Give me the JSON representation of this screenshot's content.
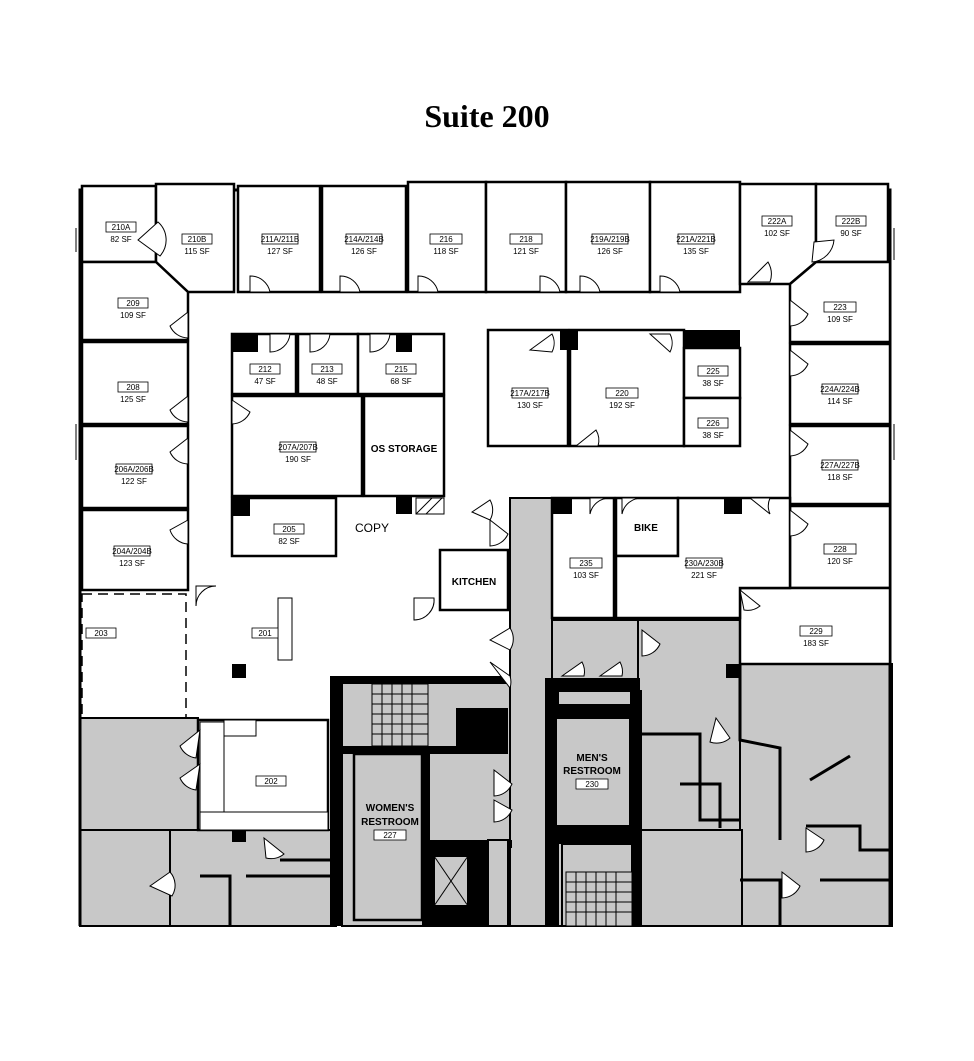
{
  "title": "Suite 200",
  "rooms": {
    "r210A": {
      "id": "210A",
      "sf": "82 SF"
    },
    "r210B": {
      "id": "210B",
      "sf": "115 SF"
    },
    "r211": {
      "id": "211A/211B",
      "sf": "127 SF"
    },
    "r214": {
      "id": "214A/214B",
      "sf": "126 SF"
    },
    "r216": {
      "id": "216",
      "sf": "118 SF"
    },
    "r218": {
      "id": "218",
      "sf": "121 SF"
    },
    "r219": {
      "id": "219A/219B",
      "sf": "126 SF"
    },
    "r221": {
      "id": "221A/221B",
      "sf": "135 SF"
    },
    "r222A": {
      "id": "222A",
      "sf": "102 SF"
    },
    "r222B": {
      "id": "222B",
      "sf": "90 SF"
    },
    "r209": {
      "id": "209",
      "sf": "109 SF"
    },
    "r223": {
      "id": "223",
      "sf": "109 SF"
    },
    "r212": {
      "id": "212",
      "sf": "47 SF"
    },
    "r213": {
      "id": "213",
      "sf": "48 SF"
    },
    "r215": {
      "id": "215",
      "sf": "68 SF"
    },
    "r217": {
      "id": "217A/217B",
      "sf": "130 SF"
    },
    "r220": {
      "id": "220",
      "sf": "192 SF"
    },
    "r225": {
      "id": "225",
      "sf": "38 SF"
    },
    "r226": {
      "id": "226",
      "sf": "38 SF"
    },
    "r208": {
      "id": "208",
      "sf": "125 SF"
    },
    "r224": {
      "id": "224A/224B",
      "sf": "114 SF"
    },
    "r207": {
      "id": "207A/207B",
      "sf": "190 SF"
    },
    "r206": {
      "id": "206A/206B",
      "sf": "122 SF"
    },
    "r227AB": {
      "id": "227A/227B",
      "sf": "118 SF"
    },
    "r205": {
      "id": "205",
      "sf": "82 SF"
    },
    "r204": {
      "id": "204A/204B",
      "sf": "123 SF"
    },
    "r235": {
      "id": "235",
      "sf": "103 SF"
    },
    "r230AB": {
      "id": "230A/230B",
      "sf": "221 SF"
    },
    "r228": {
      "id": "228",
      "sf": "120 SF"
    },
    "r229": {
      "id": "229",
      "sf": "183 SF"
    },
    "r203": {
      "id": "203"
    },
    "r201": {
      "id": "201"
    },
    "r202": {
      "id": "202"
    }
  },
  "labels": {
    "os_storage": "OS STORAGE",
    "copy": "COPY",
    "bike": "BIKE",
    "kitchen": "KITCHEN",
    "mens_1": "MEN'S",
    "mens_2": "RESTROOM",
    "mens_num": "230",
    "womens_1": "WOMEN'S",
    "womens_2": "RESTROOM",
    "womens_num": "227"
  }
}
